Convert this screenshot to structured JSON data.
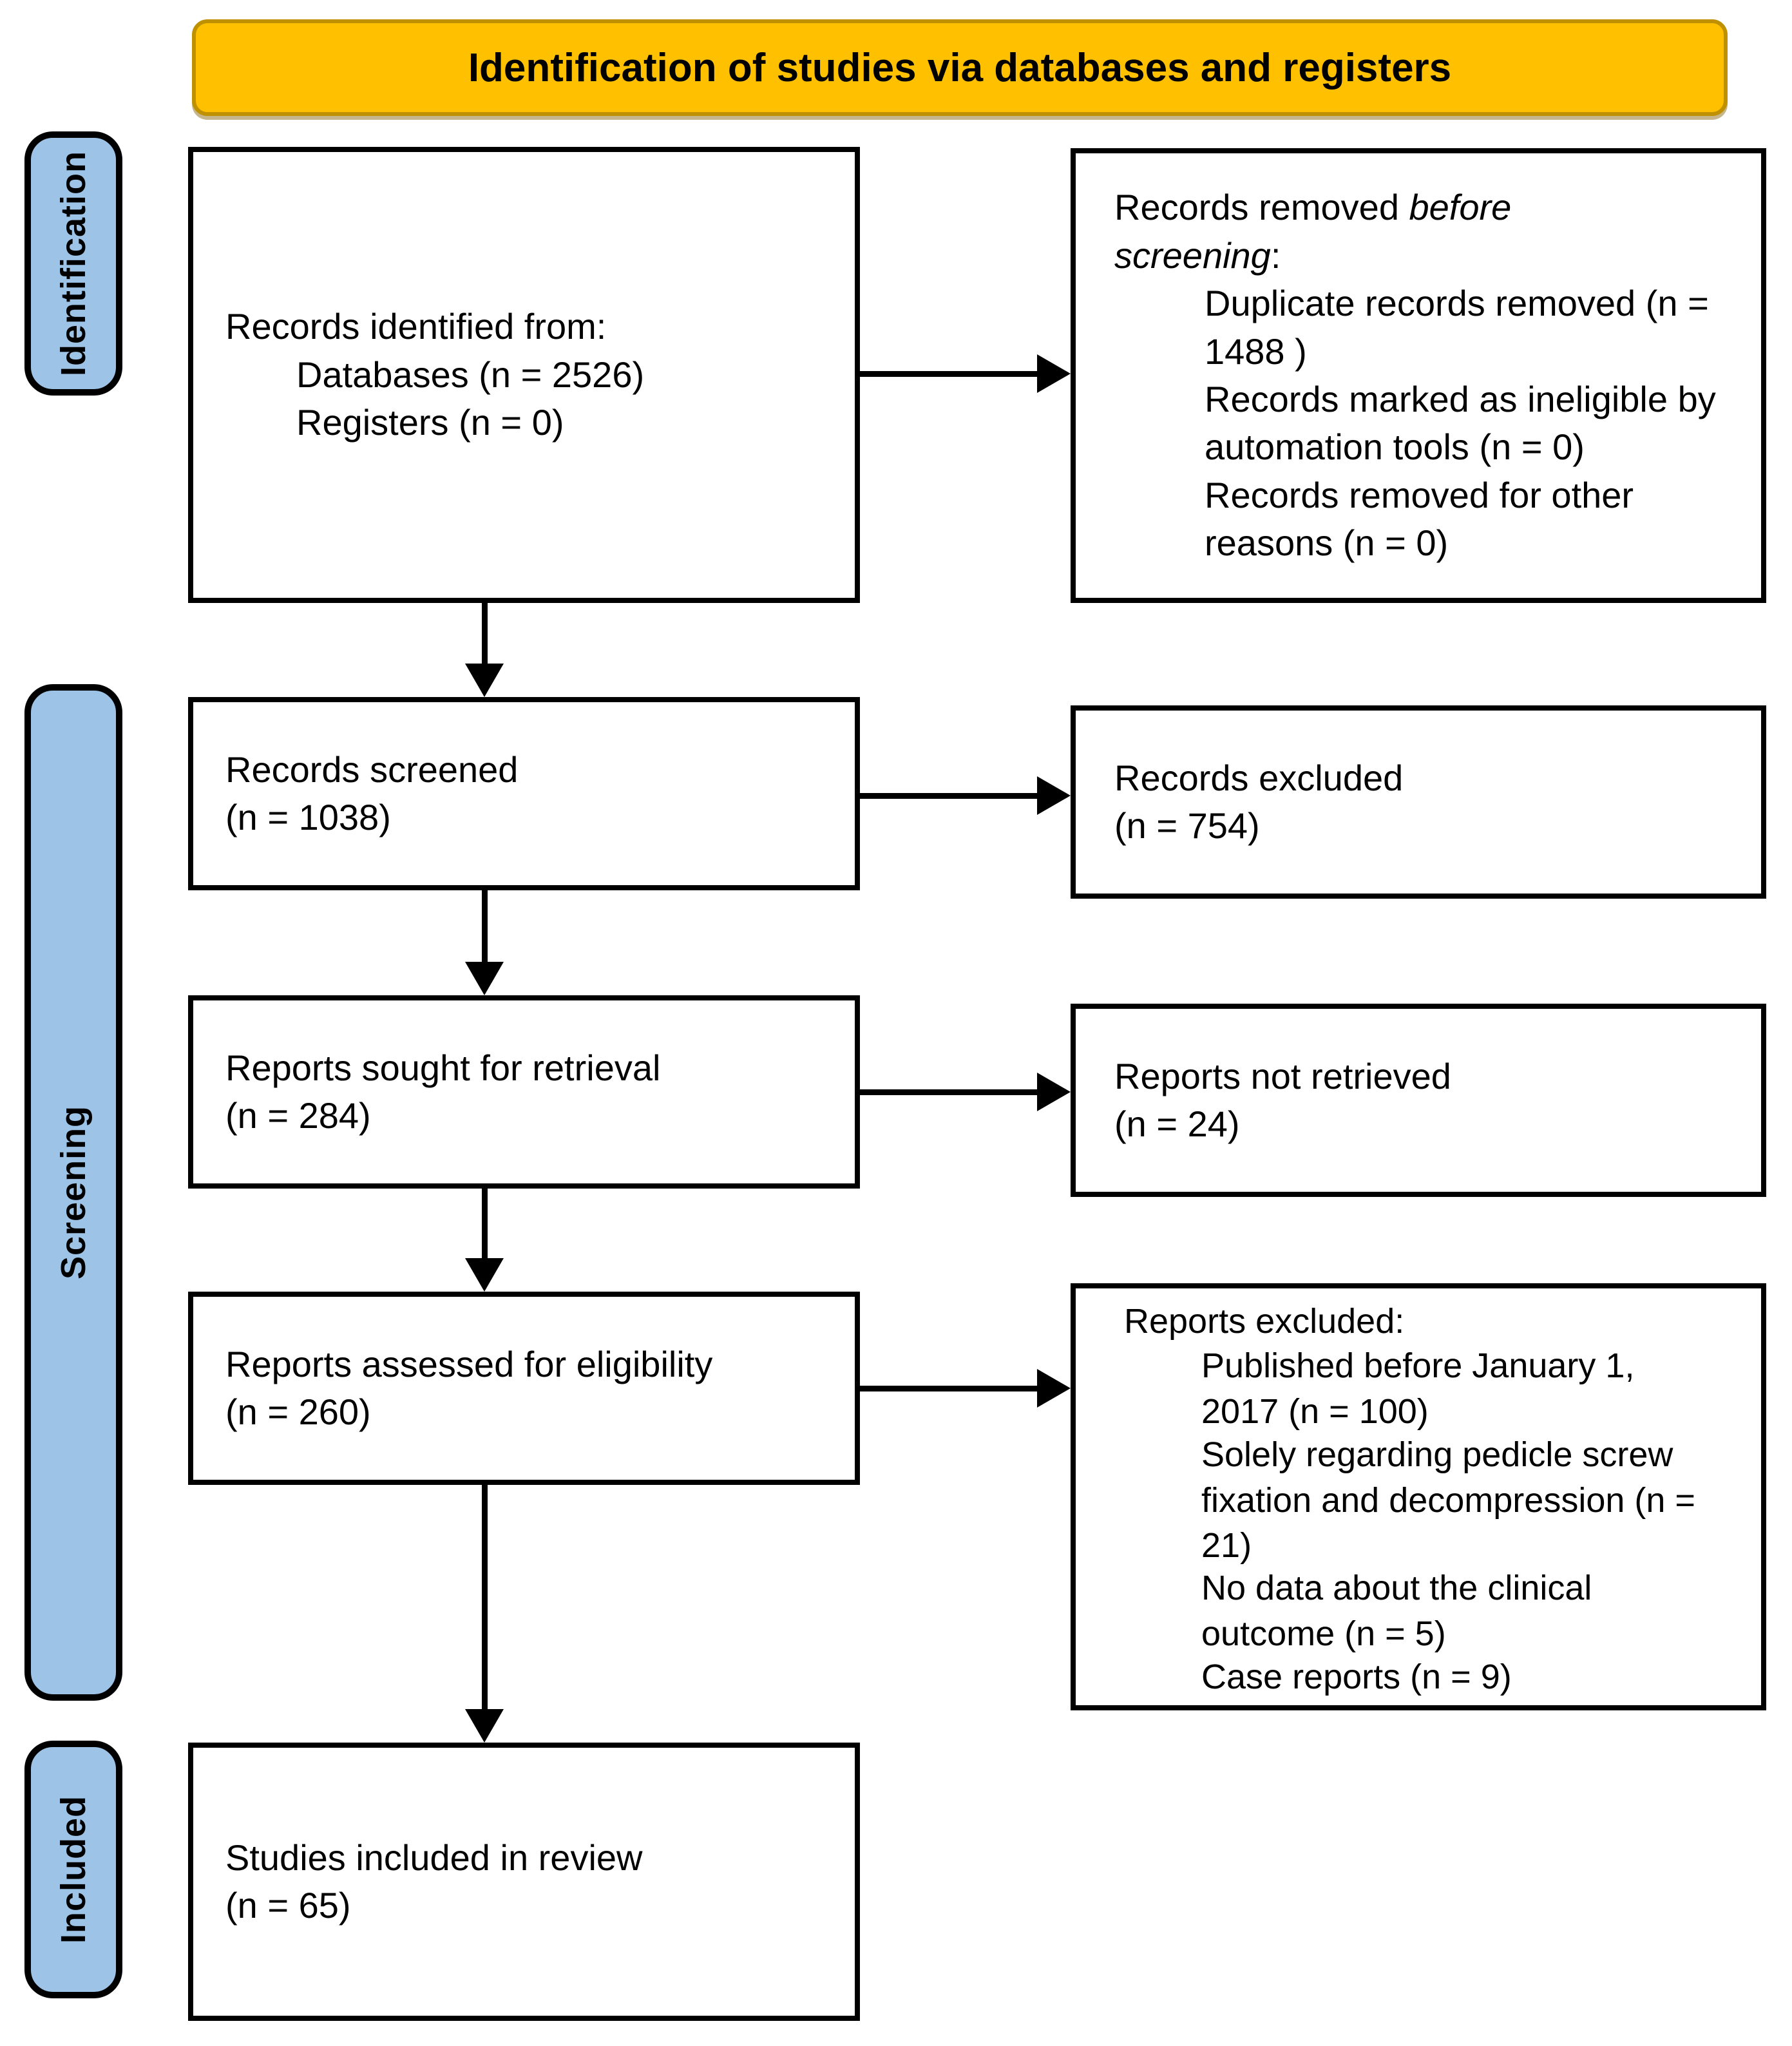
{
  "title": "Identification of studies via databases and registers",
  "sidebar": {
    "identification": "Identification",
    "screening": "Screening",
    "included": "Included"
  },
  "flow": {
    "records_identified": {
      "line1": "Records identified from:",
      "line2": "Databases (n = 2526)",
      "line3": "Registers (n = 0)"
    },
    "records_removed": {
      "prefix": "Records removed ",
      "italic": "before screening",
      "suffix": ":",
      "item1": "Duplicate records removed (n = 1488 )",
      "item2": "Records marked as ineligible by automation tools (n = 0)",
      "item3": "Records removed for other reasons (n = 0)"
    },
    "records_screened": {
      "line1": "Records screened",
      "line2": "(n = 1038)"
    },
    "records_excluded": {
      "line1": "Records excluded",
      "line2": "(n = 754)"
    },
    "reports_sought": {
      "line1": "Reports sought for retrieval",
      "line2": "(n = 284)"
    },
    "reports_not_retrieved": {
      "line1": "Reports not retrieved",
      "line2": "(n = 24)"
    },
    "reports_assessed": {
      "line1": "Reports assessed for eligibility",
      "line2": "(n = 260)"
    },
    "reports_excluded": {
      "heading": "Reports excluded:",
      "item1": "Published before January 1, 2017 (n = 100)",
      "item2": "Solely regarding pedicle screw fixation and decompression (n = 21)",
      "item3": "No data about the clinical outcome (n = 5)",
      "item4": "Case reports (n = 9)"
    },
    "studies_included": {
      "line1": "Studies included in review",
      "line2": "(n = 65)"
    }
  },
  "colors": {
    "banner_fill": "#FFC000",
    "banner_border": "#BF9000",
    "stage_fill": "#9DC3E6",
    "line_color": "#000000"
  }
}
